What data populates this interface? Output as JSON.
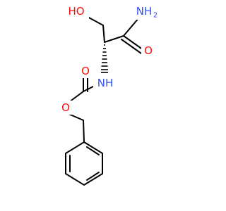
{
  "molecule": {
    "atoms": {
      "hydroxyl": "HO",
      "amide_n": "NH",
      "amide_h_sub": "2",
      "amide_o": "O",
      "carbamate_nh": "NH",
      "carbonyl_o": "O",
      "ester_o": "O"
    },
    "colors": {
      "oxygen": "#ff0d0d",
      "nitrogen": "#3050f8",
      "bond": "#000000"
    }
  }
}
